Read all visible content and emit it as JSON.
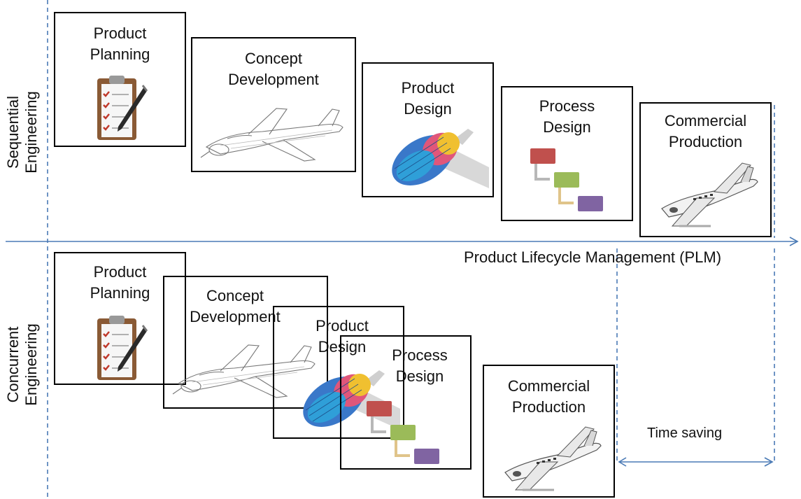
{
  "sections": {
    "sequential": "Sequential\nEngineering",
    "concurrent": "Concurrent\nEngineering"
  },
  "axis": {
    "label": "Product Lifecycle Management (PLM)"
  },
  "time_saving": "Time saving",
  "stages": {
    "planning": "Product\nPlanning",
    "concept": "Concept\nDevelopment",
    "product_design": "Product\nDesign",
    "process_design": "Process\nDesign",
    "commercial": "Commercial\nProduction"
  },
  "colors": {
    "axis_line": "#4a7ab5",
    "dashed_line": "#4a7ab5",
    "block_red": "#c0504d",
    "block_green": "#9bbb59",
    "block_purple": "#8064a2",
    "connector_gray": "#b8b8b8",
    "connector_tan": "#e0c48a"
  },
  "icons": [
    "clipboard-pen-icon",
    "airplane-sketch-icon",
    "stress-analysis-icon",
    "process-flow-icon",
    "business-jet-icon"
  ]
}
